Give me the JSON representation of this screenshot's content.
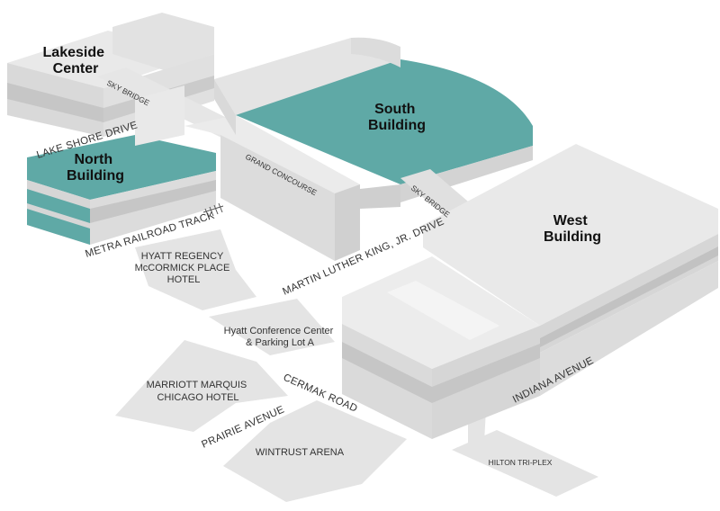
{
  "colors": {
    "highlight": "#5fa9a6",
    "highlight_dark": "#4e9491",
    "building_top": "#e9e9e9",
    "building_side": "#d9d9d9",
    "building_band": "#c2c2c2",
    "ground": "#e4e4e4"
  },
  "buildings": {
    "lakeside": [
      "Lakeside",
      "Center"
    ],
    "north": [
      "North",
      "Building"
    ],
    "south": [
      "South",
      "Building"
    ],
    "west": [
      "West",
      "Building"
    ]
  },
  "roads": {
    "lake_shore": "LAKE SHORE DRIVE",
    "metra": "METRA RAILROAD TRACK",
    "grand_concourse": "GRAND CONCOURSE",
    "sky_bridge_1": "SKY BRIDGE",
    "sky_bridge_2": "SKY BRIDGE",
    "mlk": "MARTIN LUTHER KING, JR. DRIVE",
    "cermak": "CERMAK ROAD",
    "prairie": "PRAIRIE AVENUE",
    "indiana": "INDIANA AVENUE"
  },
  "places": {
    "hyatt_regency": [
      "HYATT REGENCY",
      "McCORMICK PLACE",
      "HOTEL"
    ],
    "hyatt_conf": [
      "Hyatt Conference Center",
      "& Parking Lot A"
    ],
    "marriott": [
      "MARRIOTT MARQUIS",
      "CHICAGO HOTEL"
    ],
    "wintrust": "WINTRUST ARENA",
    "hilton": "HILTON TRI-PLEX"
  }
}
